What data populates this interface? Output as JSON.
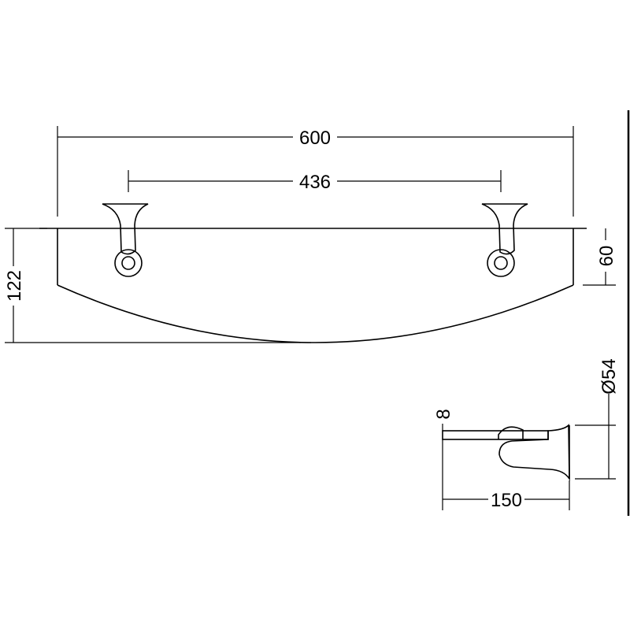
{
  "dimensions": {
    "overall_width": "600",
    "bracket_spacing": "436",
    "overall_depth": "122",
    "edge_depth": "60",
    "bracket_diameter": "Ø54",
    "glass_thickness": "8",
    "bracket_projection": "150"
  }
}
